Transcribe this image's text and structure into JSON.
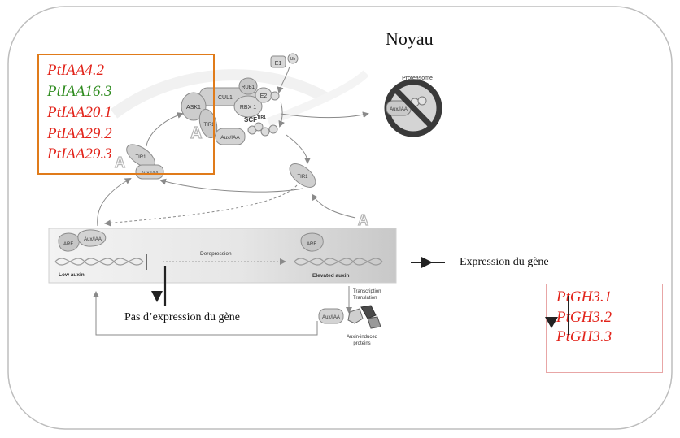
{
  "colors": {
    "red": "#e2231a",
    "green": "#2e8b1e",
    "orange_box": "#e07b1a",
    "pink_box": "#e8a6a6",
    "outline": "#bdbdbd",
    "gray_shape": "#c9c9c9",
    "dark": "#222222"
  },
  "nucleus_title": "Noyau",
  "gene_box_left": {
    "genes": [
      {
        "text": "PtIAA4.2",
        "color": "red"
      },
      {
        "text": "PtIAA16.3",
        "color": "green"
      },
      {
        "text": "PtIAA20.1",
        "color": "red"
      },
      {
        "text": "PtIAA29.2",
        "color": "red"
      },
      {
        "text": "PtIAA29.3",
        "color": "red"
      }
    ]
  },
  "gene_box_right": {
    "genes": [
      {
        "text": "PtGH3.1",
        "color": "red"
      },
      {
        "text": "PtGH3.2",
        "color": "red"
      },
      {
        "text": "PtGH3.3",
        "color": "red"
      }
    ]
  },
  "legend": {
    "expression": "Expression du gène",
    "no_expression": "Pas d’expression du gène"
  },
  "diagram": {
    "e1": "E1",
    "ub": "Ub",
    "rub1": "RUB1",
    "cul1": "CUL1",
    "ask1": "ASK1",
    "rbx1": "RBX 1",
    "e2": "E2",
    "tir1": "TIR1",
    "aux_iaa": "Aux/IAA",
    "scf_tir1": "SCF",
    "scf_sup": "TIR1",
    "auxin": "A",
    "proteasome": "Proteasome",
    "arf": "ARF",
    "derepression": "Derepression",
    "low_auxin": "Low auxin",
    "elevated_auxin": "Elevated auxin",
    "transcription": "Transcription",
    "translation": "Translation",
    "auxin_induced_1": "Auxin-induced",
    "auxin_induced_2": "proteins"
  }
}
